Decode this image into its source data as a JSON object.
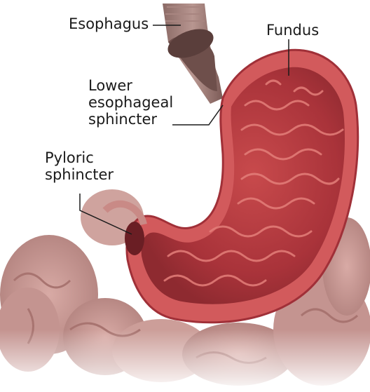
{
  "labels": {
    "esophagus": "Esophagus",
    "fundus": "Fundus",
    "lower_esophageal_sphincter": [
      "Lower",
      "esophageal",
      "sphincter"
    ],
    "pyloric_sphincter": [
      "Pyloric",
      "sphincter"
    ]
  },
  "colors": {
    "stomach_wall": "#c9444a",
    "stomach_interior": "#b83a3e",
    "rugae": "#e07a76",
    "esophagus": "#9c7a74",
    "intestines": "#c99a96",
    "leader_line": "#1a1a1a"
  }
}
